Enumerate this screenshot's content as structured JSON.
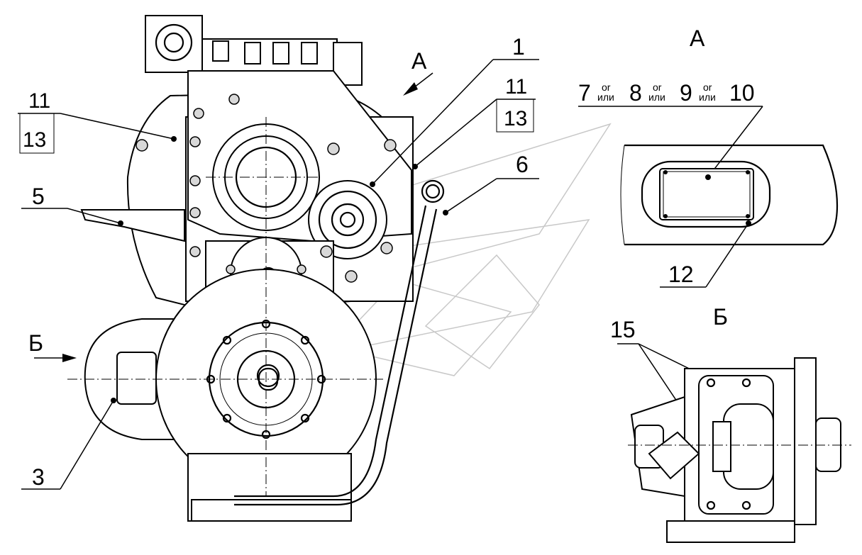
{
  "callouts": {
    "c1": "1",
    "c3": "3",
    "c5": "5",
    "c6": "6",
    "c11_left": "11",
    "c13_left": "13",
    "c11_right": "11",
    "c13_right": "13",
    "c12": "12",
    "c15": "15"
  },
  "views": {
    "view_a_arrow_label": "А",
    "view_b_arrow_label": "Б",
    "view_a_title": "А",
    "view_b_title": "Б"
  },
  "plate_options": {
    "n7": "7",
    "n8": "8",
    "n9": "9",
    "n10": "10",
    "or_top": "or",
    "or_bottom": "или"
  }
}
